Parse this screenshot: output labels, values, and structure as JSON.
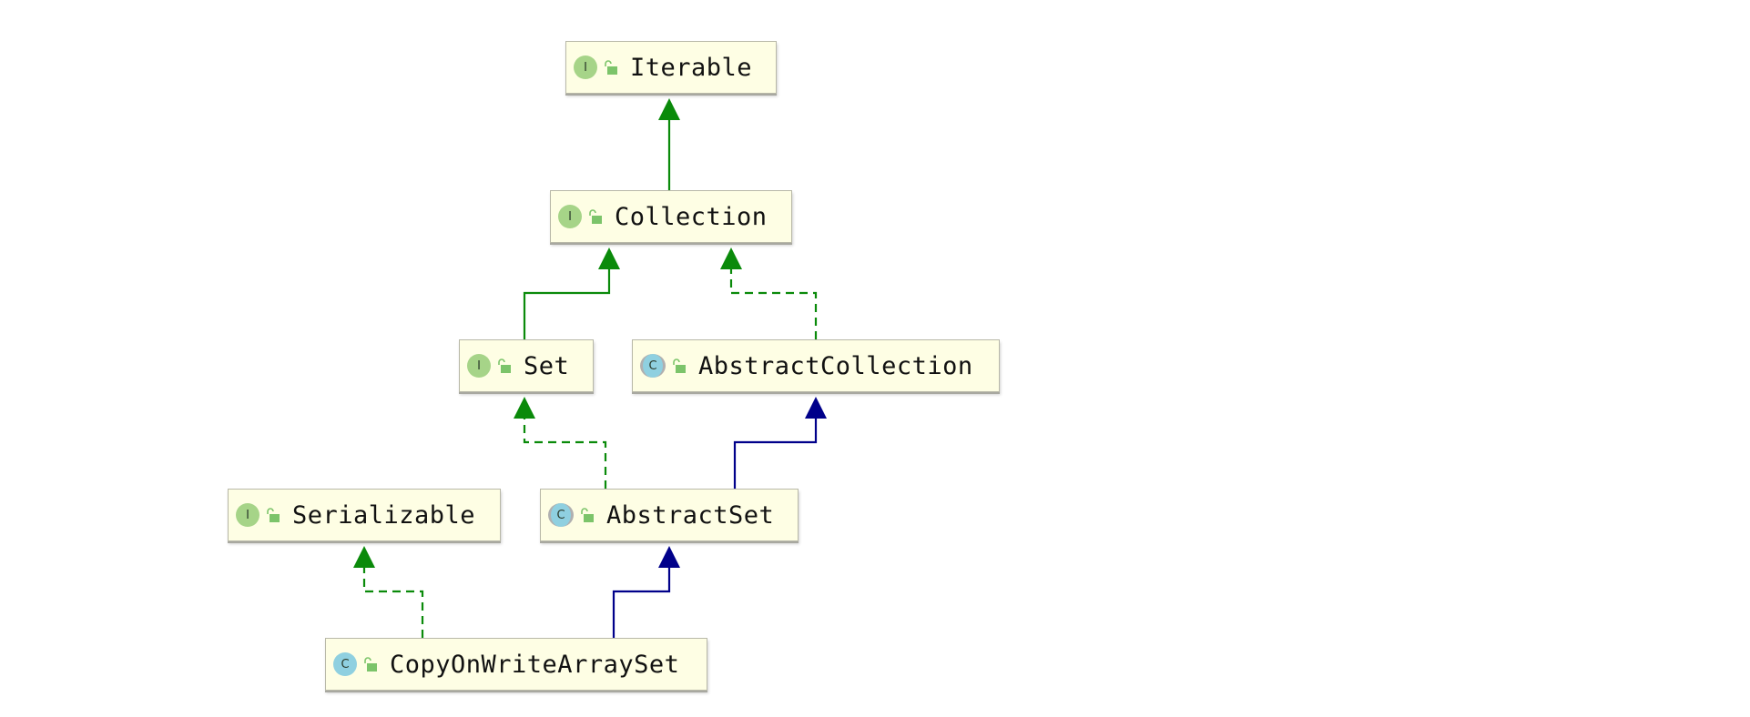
{
  "colors": {
    "extends_edge": "#0a8a0a",
    "class_extends_edge": "#00008a",
    "node_fill": "#fefee4",
    "interface_icon": "#a6d488",
    "class_icon": "#8fd0e0",
    "lock_icon": "#7cc46a"
  },
  "nodes": [
    {
      "id": "iterable",
      "label": "Iterable",
      "kind": "interface",
      "icon_letter": "I"
    },
    {
      "id": "collection",
      "label": "Collection",
      "kind": "interface",
      "icon_letter": "I"
    },
    {
      "id": "set",
      "label": "Set",
      "kind": "interface",
      "icon_letter": "I"
    },
    {
      "id": "abstract_collection",
      "label": "AbstractCollection",
      "kind": "abstract",
      "icon_letter": "C"
    },
    {
      "id": "serializable",
      "label": "Serializable",
      "kind": "interface",
      "icon_letter": "I"
    },
    {
      "id": "abstract_set",
      "label": "AbstractSet",
      "kind": "abstract",
      "icon_letter": "C"
    },
    {
      "id": "copy_on_write_array_set",
      "label": "CopyOnWriteArraySet",
      "kind": "class",
      "icon_letter": "C"
    }
  ],
  "edges": [
    {
      "from": "collection",
      "to": "iterable",
      "relation": "extends",
      "style": "solid",
      "color": "green"
    },
    {
      "from": "set",
      "to": "collection",
      "relation": "extends",
      "style": "solid",
      "color": "green"
    },
    {
      "from": "abstract_collection",
      "to": "collection",
      "relation": "implements",
      "style": "dashed",
      "color": "green"
    },
    {
      "from": "abstract_set",
      "to": "set",
      "relation": "implements",
      "style": "dashed",
      "color": "green"
    },
    {
      "from": "abstract_set",
      "to": "abstract_collection",
      "relation": "extends",
      "style": "solid",
      "color": "blue"
    },
    {
      "from": "copy_on_write_array_set",
      "to": "serializable",
      "relation": "implements",
      "style": "dashed",
      "color": "green"
    },
    {
      "from": "copy_on_write_array_set",
      "to": "abstract_set",
      "relation": "extends",
      "style": "solid",
      "color": "blue"
    }
  ]
}
